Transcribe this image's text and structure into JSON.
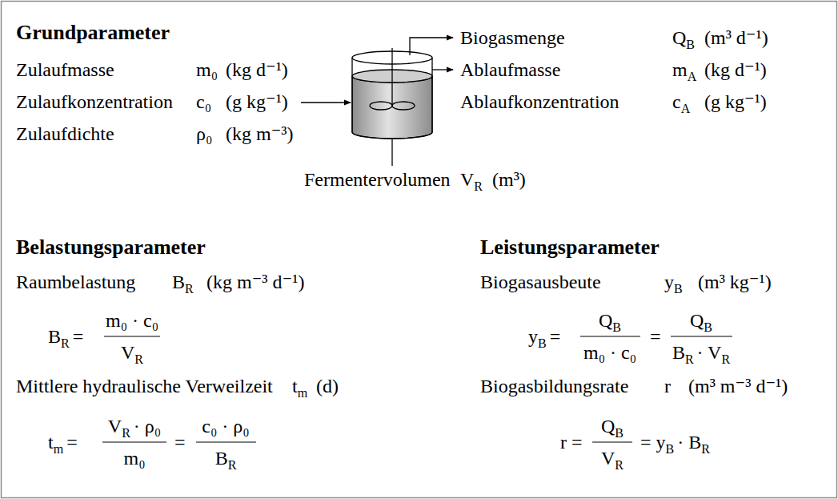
{
  "diagram": {
    "labels": [
      "Grundparameter",
      "Zulaufmasse",
      "m₀",
      "(kg d⁻¹)",
      "Zulaufkonzentration",
      "c₀",
      "(g kg⁻¹)",
      "Zulaufdichte",
      "ρ₀",
      "(kg m⁻³)",
      "Biogasmenge",
      "Q",
      "B",
      "(m³ d⁻¹)",
      "Ablaufmasse",
      "m",
      "A",
      "(kg d⁻¹)",
      "Ablaufkonzentration",
      "c",
      "A",
      "(g kg⁻¹)",
      "Fermentervolumen",
      "V",
      "R",
      "(m³)",
      "Belastungsparameter",
      "Raumbelastung",
      "B",
      "R",
      "(kg m⁻³ d⁻¹)",
      "B",
      "R",
      "=",
      "m₀ · c₀",
      "V",
      "R",
      "Mittlere hydraulische Verweilzeit",
      "t",
      "m",
      "(d)",
      "t",
      "m",
      "=",
      "V",
      "R",
      "· ρ₀",
      "m₀",
      "=",
      "c₀ · ρ₀",
      "B",
      "R",
      "Leistungsparameter",
      "Biogasausbeute",
      "y",
      "B",
      "(m³ kg⁻¹)",
      "y",
      "B",
      "=",
      "Q",
      "B",
      "m₀ · c₀",
      "=",
      "Q",
      "B",
      "B",
      "R",
      "· V",
      "R",
      "Biogasbildungsrate",
      "r",
      "(m³ m⁻³ d⁻¹)",
      "r",
      "=",
      "Q",
      "B",
      "V",
      "R",
      "=",
      "y",
      "B",
      "· B",
      "R"
    ]
  }
}
